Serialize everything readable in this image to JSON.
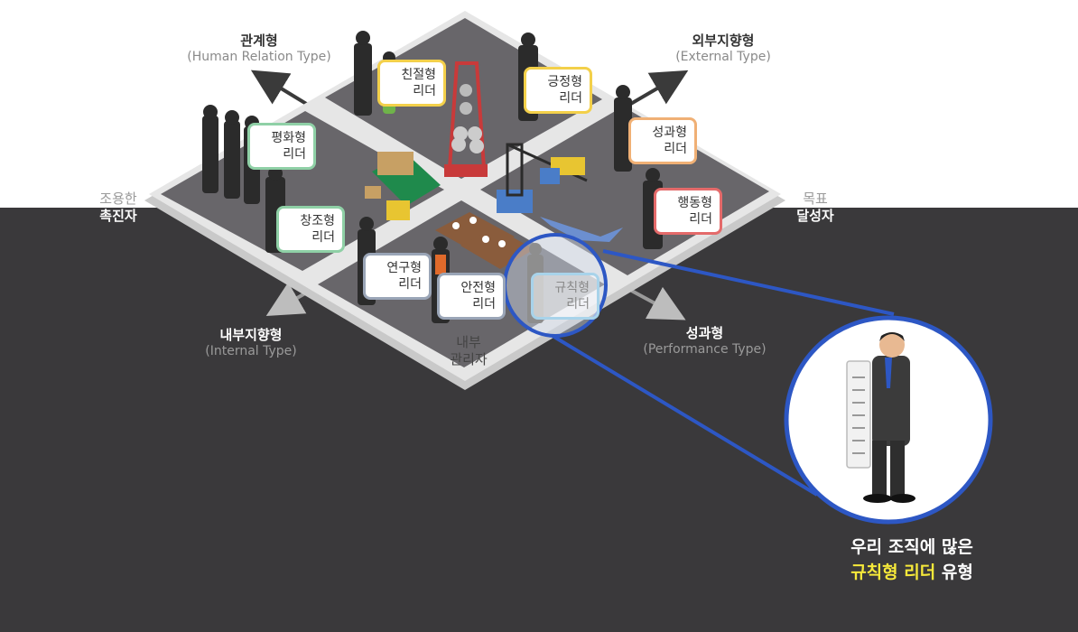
{
  "axes": {
    "top_left": {
      "main": "관계형",
      "sub": "(Human Relation Type)"
    },
    "top_right": {
      "main": "외부지향형",
      "sub": "(External Type)"
    },
    "bottom_left": {
      "main": "내부지향형",
      "sub": "(Internal Type)"
    },
    "bottom_right": {
      "main": "성과형",
      "sub": "(Performance Type)"
    }
  },
  "corners": {
    "left": {
      "line1": "조용한",
      "line2": "촉진자"
    },
    "right": {
      "line1": "목표",
      "line2": "달성자"
    },
    "bottom": {
      "line1": "내부",
      "line2": "관리자"
    }
  },
  "leaders": {
    "friendly": "친절형\n리더",
    "positive": "긍정형\n리더",
    "peaceful": "평화형\n리더",
    "creative": "창조형\n리더",
    "achievement": "성과형\n리더",
    "action": "행동형\n리더",
    "research": "연구형\n리더",
    "safety": "안전형\n리더",
    "rule": "규칙형\n리더"
  },
  "caption": {
    "line1": "우리 조직에 많은",
    "highlight": "규칙형 리더",
    "suffix": " 유형"
  },
  "colors": {
    "background_top": "#ffffff",
    "background_bottom": "#3a393b",
    "highlight_circle": "#2d57c4",
    "caption_highlight": "#f6e93a"
  }
}
